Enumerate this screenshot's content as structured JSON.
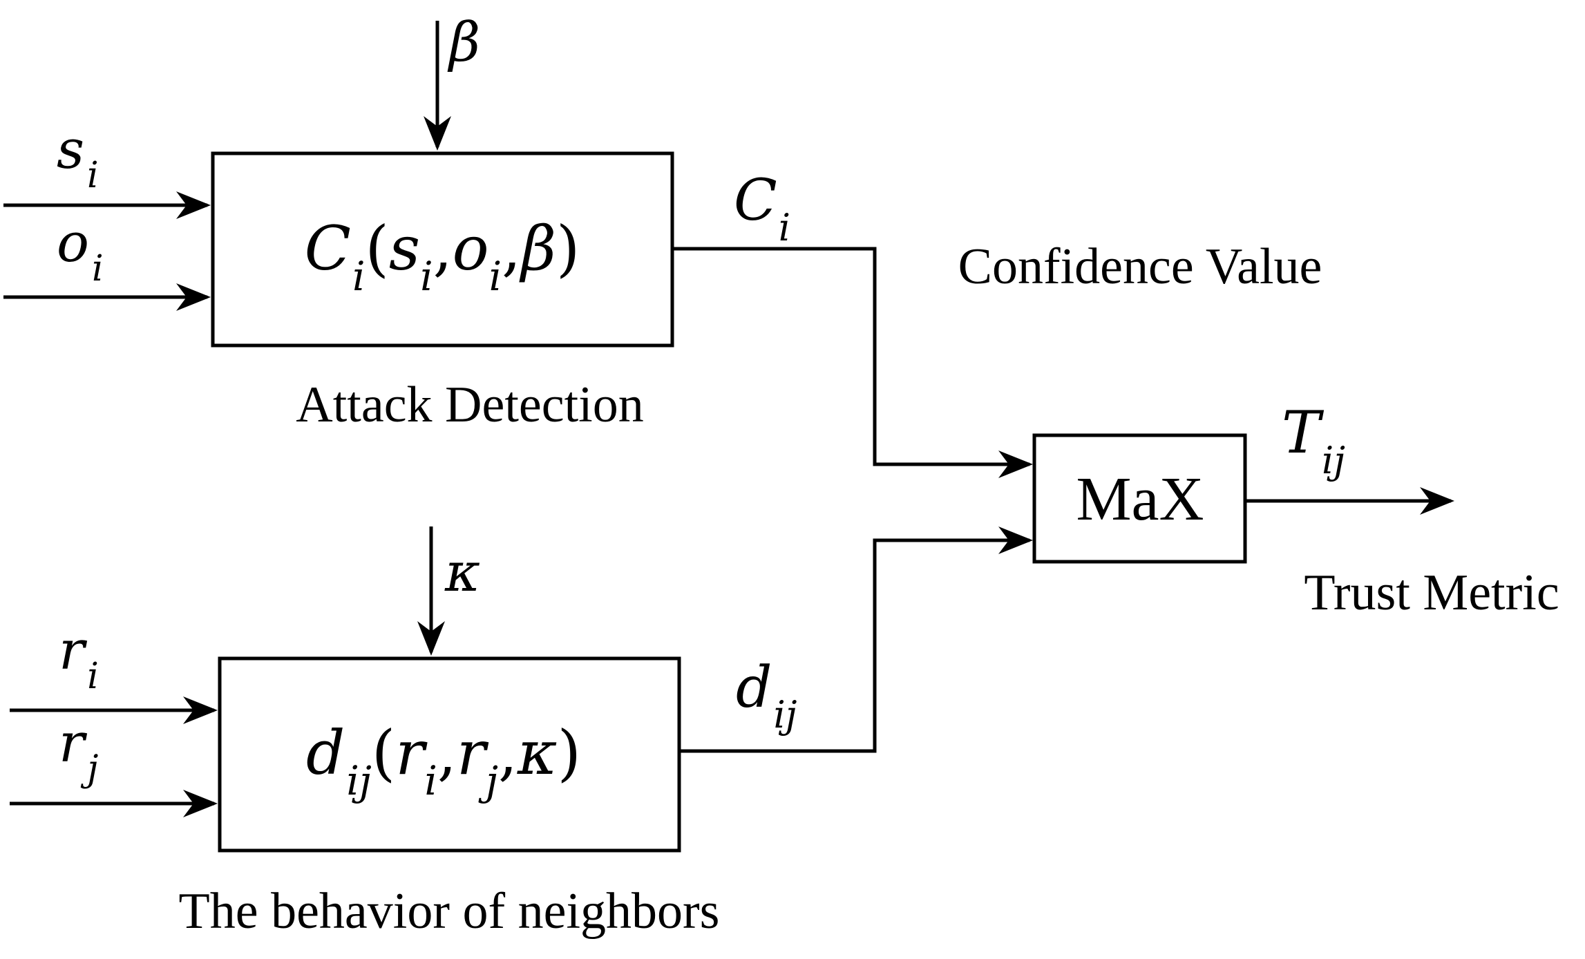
{
  "inputs": {
    "s": {
      "base": "s",
      "sub": "i"
    },
    "o": {
      "base": "o",
      "sub": "i"
    },
    "beta": "β",
    "r_i": {
      "base": "r",
      "sub": "i"
    },
    "r_j": {
      "base": "r",
      "sub": "j"
    },
    "kappa": "κ"
  },
  "blocks": {
    "attack": {
      "f": "C",
      "f_sub": "i",
      "open": "(",
      "a1": "s",
      "a1_sub": "i",
      "a2": "o",
      "a2_sub": "i",
      "a3": "β",
      "sep": ",",
      "close": ")",
      "caption": "Attack Detection"
    },
    "behavior": {
      "f": "d",
      "f_sub": "ij",
      "open": "(",
      "a1": "r",
      "a1_sub": "i",
      "a2": "r",
      "a2_sub": "j",
      "a3": "κ",
      "sep": ",",
      "close": ")",
      "caption": "The behavior of neighbors"
    },
    "max": {
      "label": "MaX"
    }
  },
  "outputs": {
    "C": {
      "base": "C",
      "sub": "i",
      "caption": "Confidence Value"
    },
    "d": {
      "base": "d",
      "sub": "ij"
    },
    "T": {
      "base": "T",
      "sub": "ij",
      "caption": "Trust Metric"
    }
  }
}
